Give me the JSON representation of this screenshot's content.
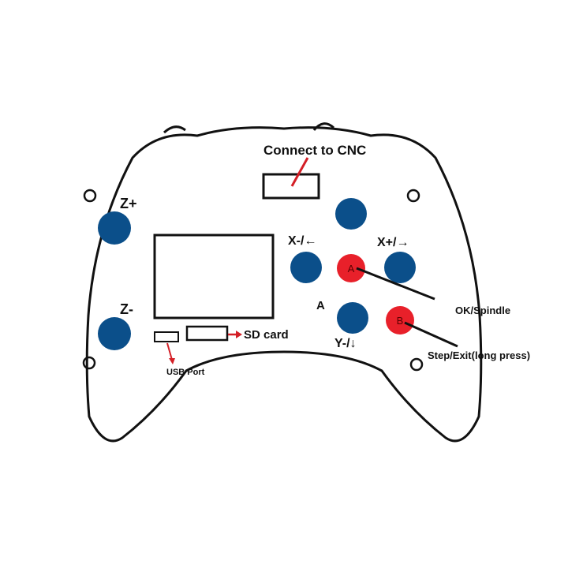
{
  "labels": {
    "connect": "Connect to CNC",
    "z_plus": "Z+",
    "z_minus": "Z-",
    "x_minus": "X-/←",
    "x_plus": "X+/→",
    "y_minus": "Y-/↓",
    "a_axis": "A",
    "ok_spindle": "OK/Spindle",
    "step_exit": "Step/Exit(long press)",
    "sd_card": "SD card",
    "usb_port": "USB Port"
  },
  "buttons": {
    "a_letter": "A",
    "b_letter": "B"
  },
  "colors": {
    "axis_button": "#0b4f8a",
    "action_button": "#e8202a",
    "outline": "#111111",
    "pointer": "#d41f26"
  }
}
